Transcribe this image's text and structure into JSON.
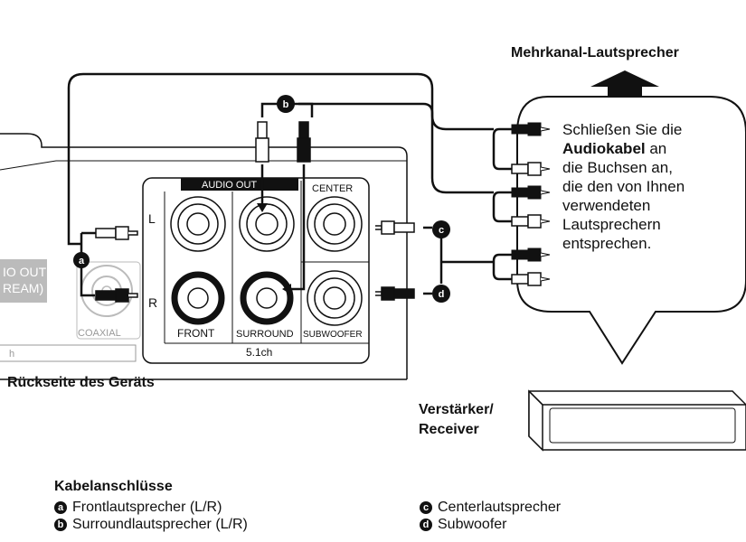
{
  "heading_top": "Mehrkanal-Lautsprecher",
  "bubble": {
    "line1": "Schließen Sie die",
    "bold": "Audiokabel",
    "line2_rest": " an",
    "line3": "die Buchsen an,",
    "line4": "die den von Ihnen",
    "line5": "verwendeten",
    "line6": "Lautsprechern",
    "line7": "entsprechen."
  },
  "panel": {
    "audio_out": "AUDIO OUT",
    "center": "CENTER",
    "L": "L",
    "R": "R",
    "front": "FRONT",
    "surround": "SURROUND",
    "subwoofer": "SUBWOOFER",
    "ch": "5.1ch",
    "coaxial": "COAXIAL",
    "digital_partial_1": "IO OUT",
    "digital_partial_2": "REAM)",
    "small_h": "h"
  },
  "labels": {
    "rear_panel": "Rückseite des Geräts",
    "amp_line1": "Verstärker/",
    "amp_line2": "Receiver"
  },
  "legend": {
    "title": "Kabelanschlüsse",
    "items": [
      {
        "badge": "a",
        "text": "Frontlautsprecher (L/R)"
      },
      {
        "badge": "b",
        "text": "Surroundlautsprecher (L/R)"
      },
      {
        "badge": "c",
        "text": "Centerlautsprecher"
      },
      {
        "badge": "d",
        "text": "Subwoofer"
      }
    ]
  },
  "colors": {
    "line": "#111111",
    "grey": "#999999",
    "bubble_fill": "#ffffff"
  }
}
